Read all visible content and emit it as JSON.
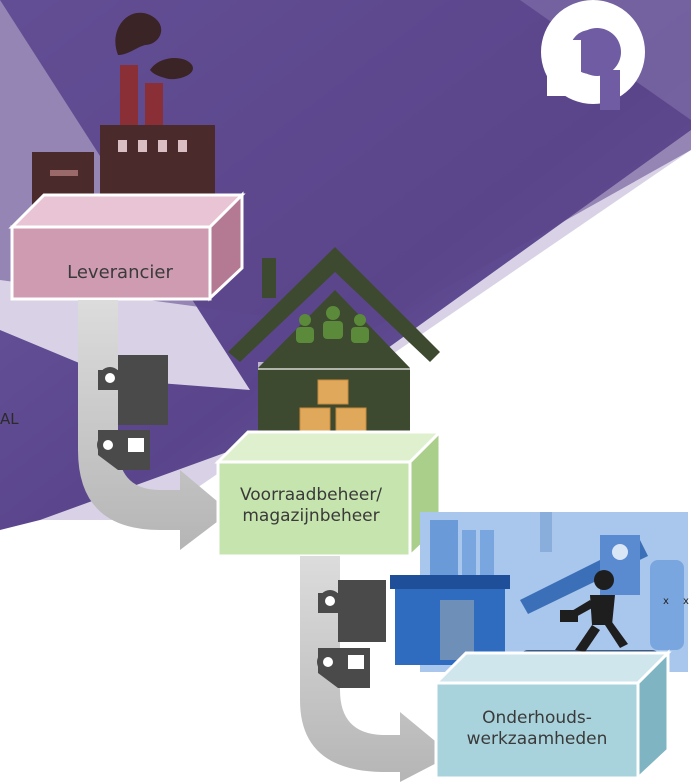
{
  "nodes": {
    "supplier": "Leverancier",
    "inventory_line1": "Voorraadbeheer/",
    "inventory_line2": "magazijnbeheer",
    "maintenance_line1": "Onderhouds-",
    "maintenance_line2": "werkzaamheden"
  },
  "edge_text": "AL",
  "machine_marks": [
    "x",
    "x"
  ],
  "colors": {
    "purple": "#5e4a8e",
    "supplier_box": "#cf9bb1",
    "inventory_box": "#c6e4ae",
    "maintenance_box": "#a9d3dc",
    "factory": "#4a2a2a",
    "house": "#3d4a30",
    "truck": "#4a4a4a",
    "arrow": "#c9c9c9"
  },
  "icons": [
    "logo-g-icon",
    "factory-icon",
    "warehouse-icon",
    "truck-icon",
    "machinery-icon",
    "mechanic-icon",
    "arrow-icon"
  ]
}
